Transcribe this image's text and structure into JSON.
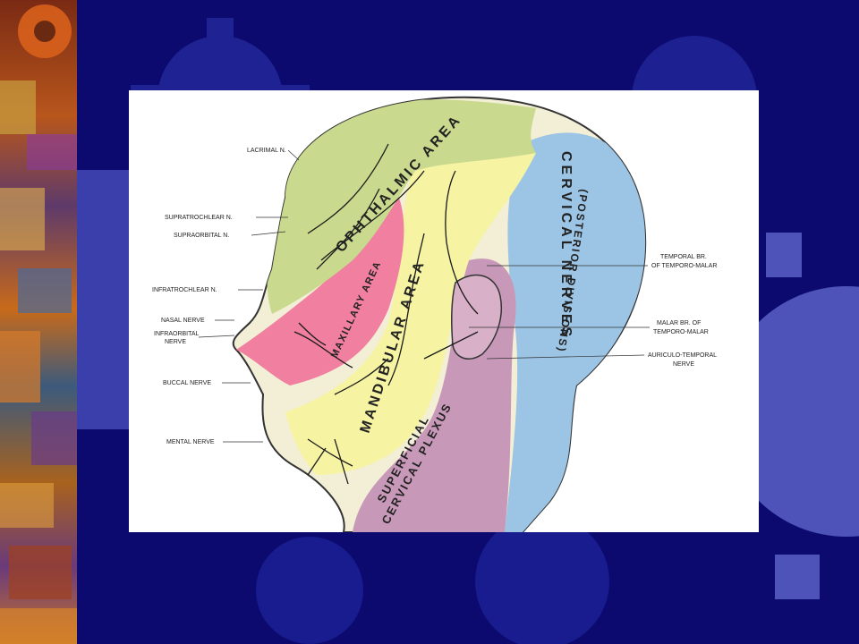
{
  "slide": {
    "colors": {
      "background": "#0c0a6e",
      "gear": "#2a2f9e",
      "gear_light": "#5b63c8"
    }
  },
  "figure": {
    "area_labels": {
      "ophthalmic": "OPHTHALMIC AREA",
      "mandibular": "MANDIBULAR AREA",
      "maxillary": "MAXILLARY AREA",
      "cervical": "CERVICAL NERVES",
      "cervical_sub": "(POSTERIOR DIVISIONS)",
      "superficial_1": "SUPERFICIAL",
      "superficial_2": "CERVICAL PLEXUS"
    },
    "nerve_labels": {
      "lacrimal": "LACRIMAL N.",
      "supratrochlear": "SUPRATROCHLEAR N.",
      "supraorbital": "SUPRAORBITAL N.",
      "infratrochlear": "INFRATROCHLEAR N.",
      "nasal": "NASAL NERVE",
      "infraorbital_1": "INFRAORBITAL",
      "infraorbital_2": "NERVE",
      "buccal": "BUCCAL NERVE",
      "mental": "MENTAL NERVE",
      "temporal_1": "TEMPORAL BR.",
      "temporal_2": "OF TEMPORO-MALAR",
      "malar_1": "MALAR BR. OF",
      "malar_2": "TEMPORO-MALAR",
      "auriculo_1": "AURICULO-TEMPORAL",
      "auriculo_2": "NERVE"
    },
    "colors": {
      "ophthalmic": "#c9da8e",
      "maxillary": "#f07fa0",
      "mandibular": "#f6f3a2",
      "cervical": "#9cc4e4",
      "superficial": "#c898b8",
      "nerve": "#1a1a1a"
    }
  }
}
